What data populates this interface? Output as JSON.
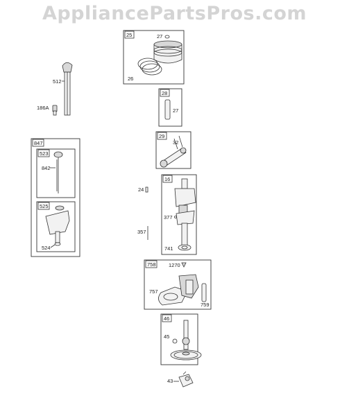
{
  "watermark": "AppliancePartsPros.com",
  "parts": {
    "p25": "25",
    "p27a": "27",
    "p26": "26",
    "p28": "28",
    "p27b": "27",
    "p29": "29",
    "p32": "32",
    "p24": "24",
    "p16": "16",
    "p377": "377",
    "p357": "357",
    "p741": "741",
    "p758": "758",
    "p1270": "1270",
    "p757": "757",
    "p759": "759",
    "p46": "46",
    "p45": "45",
    "p43": "43",
    "p512": "512",
    "p186a": "186A",
    "p847": "847",
    "p523": "523",
    "p842": "842",
    "p525": "525",
    "p524": "524"
  }
}
